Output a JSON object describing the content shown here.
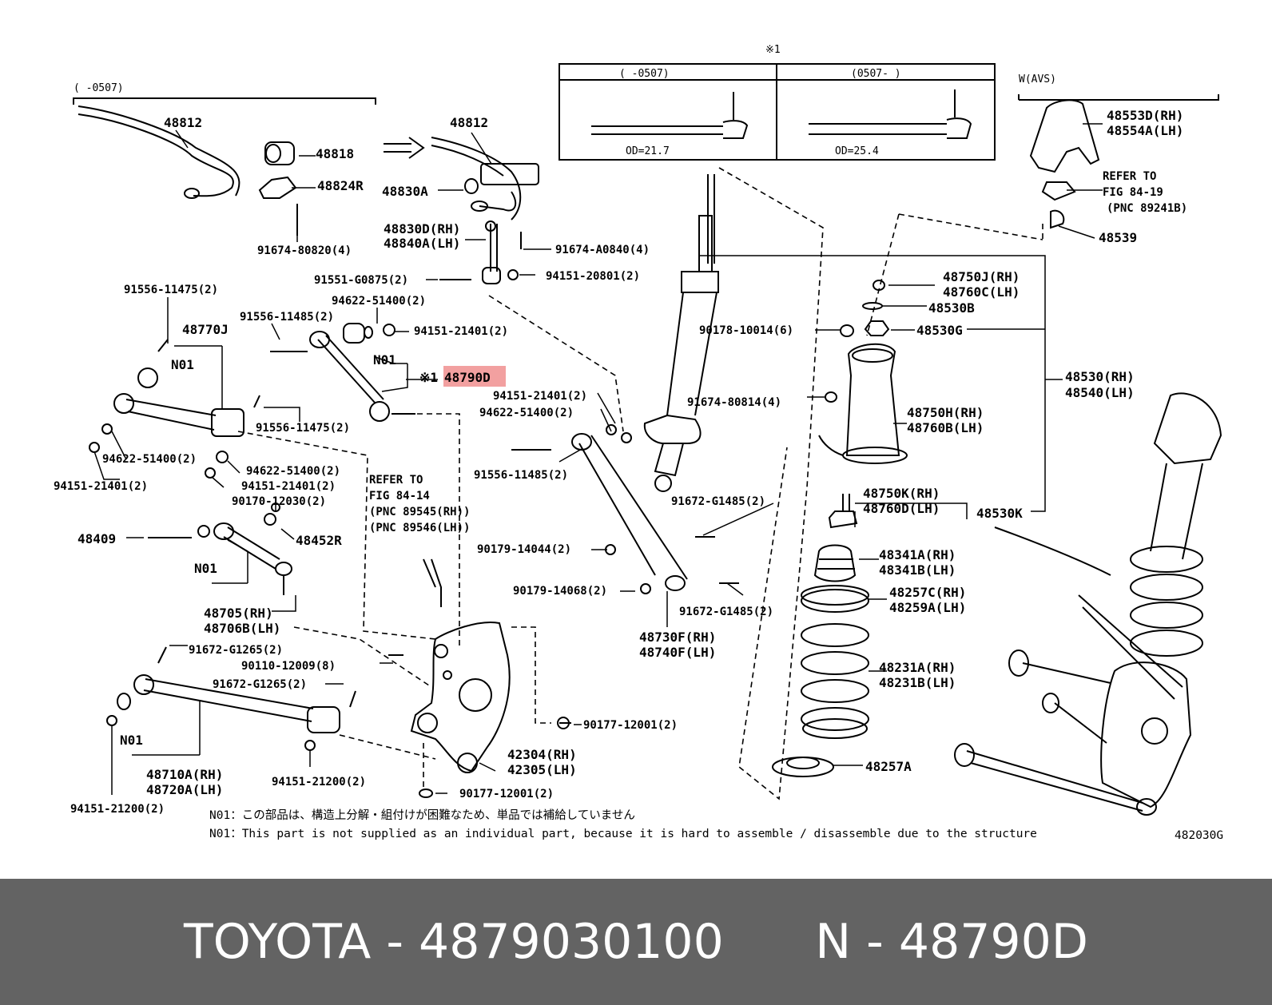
{
  "diagram": {
    "code": "482030G",
    "star1": "※1",
    "od_left": "OD=21.7",
    "od_right": "OD=25.4",
    "range_left": "(      -0507)",
    "range_right": "(0507-      )",
    "range_top": "(      -0507)",
    "w_avs": "W(AVS)",
    "n01": "N01",
    "highlight_prefix": "※1",
    "highlight": "48790D",
    "highlight_color": "#f2a0a0",
    "refer1": [
      "REFER TO",
      "FIG 84-14",
      "(PNC 89545(RH))",
      "(PNC 89546(LH))"
    ],
    "refer2": [
      "REFER TO",
      "FIG 84-19",
      "(PNC 89241B)"
    ],
    "note_jp": "N01：この部品は、構造上分解・組付けが困難なため、単品では補給していません",
    "note_en": "N01：This part is not supplied as an individual part, because it is hard to assemble / disassemble due to the structure",
    "parts": {
      "p48812a": "48812",
      "p48818": "48818",
      "p48824R": "48824R",
      "p91674_80820": "91674-80820(4)",
      "p48812b": "48812",
      "p48830A": "48830A",
      "p48830D": "48830D(RH)",
      "p48840A": "48840A(LH)",
      "p91674_A0840": "91674-A0840(4)",
      "p91551": "91551-G0875(2)",
      "p94151_20801": "94151-20801(2)",
      "p91556_11475a": "91556-11475(2)",
      "p94622_51400a": "94622-51400(2)",
      "p91556_11485a": "91556-11485(2)",
      "p94151_21401a": "94151-21401(2)",
      "p48770J": "48770J",
      "p91556_11475b": "91556-11475(2)",
      "p94622_51400b": "94622-51400(2)",
      "p94622_51400c": "94622-51400(2)",
      "p94151_21401b": "94151-21401(2)",
      "p94151_21401c": "94151-21401(2)",
      "p90170": "90170-12030(2)",
      "p48409": "48409",
      "p48452R": "48452R",
      "p48705": "48705(RH)",
      "p48706B": "48706B(LH)",
      "p91672_G1265a": "91672-G1265(2)",
      "p90110": "90110-12009(8)",
      "p91672_G1265b": "91672-G1265(2)",
      "p48710A": "48710A(RH)",
      "p48720A": "48720A(LH)",
      "p94151_21200a": "94151-21200(2)",
      "p94151_21200b": "94151-21200(2)",
      "p90177_12001a": "90177-12001(2)",
      "p90177_12001b": "90177-12001(2)",
      "p42304": "42304(RH)",
      "p42305": "42305(LH)",
      "p94151_21401d": "94151-21401(2)",
      "p94622_51400d": "94622-51400(2)",
      "p91556_11485b": "91556-11485(2)",
      "p91672_G1485a": "91672-G1485(2)",
      "p90179_14044": "90179-14044(2)",
      "p90179_14068": "90179-14068(2)",
      "p91672_G1485b": "91672-G1485(2)",
      "p48730F": "48730F(RH)",
      "p48740F": "48740F(LH)",
      "p90178": "90178-10014(6)",
      "p91674_80814": "91674-80814(4)",
      "p48750J": "48750J(RH)",
      "p48760C": "48760C(LH)",
      "p48530B": "48530B",
      "p48530G": "48530G",
      "p48530": "48530(RH)",
      "p48540": "48540(LH)",
      "p48750H": "48750H(RH)",
      "p48760B": "48760B(LH)",
      "p48750K": "48750K(RH)",
      "p48760D": "48760D(LH)",
      "p48530K": "48530K",
      "p48341A": "48341A(RH)",
      "p48341B": "48341B(LH)",
      "p48257C": "48257C(RH)",
      "p48259A": "48259A(LH)",
      "p48231A": "48231A(RH)",
      "p48231B": "48231B(LH)",
      "p48257A": "48257A",
      "p48553D": "48553D(RH)",
      "p48554A": "48554A(LH)",
      "p48539": "48539"
    }
  },
  "footer": {
    "text": "TOYOTA - 4879030100      N - 48790D"
  }
}
